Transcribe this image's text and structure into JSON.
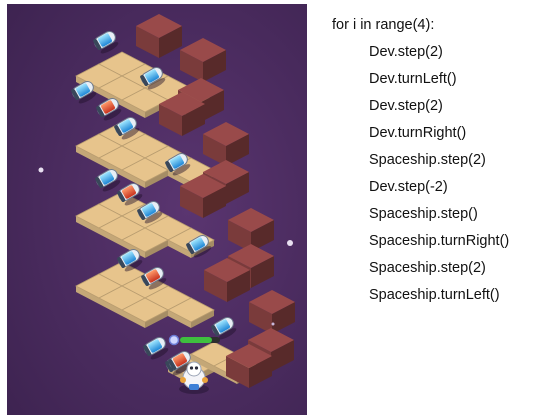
{
  "code": {
    "loop_header": "for i in range(4):",
    "lines": [
      "Dev.step(2)",
      "Dev.turnLeft()",
      "Dev.step(2)",
      "Dev.turnRight()",
      "Spaceship.step(2)",
      "Dev.step(-2)",
      "Spaceship.step()",
      "Spaceship.turnRight()",
      "Spaceship.step(2)",
      "Spaceship.turnLeft()"
    ]
  },
  "game": {
    "background_color": "#4a2a5e",
    "floor_tile_color": "#e7c48c",
    "crate_color": "#7a3b3b",
    "blue_capsules": 12,
    "red_capsules": 4,
    "health_bar_fill": 0.8,
    "character_icon": "dev-robot-icon",
    "capsule_blue_icon": "blue-energy-capsule-icon",
    "capsule_red_icon": "red-energy-capsule-icon",
    "crate_icon": "crate-block-icon"
  }
}
